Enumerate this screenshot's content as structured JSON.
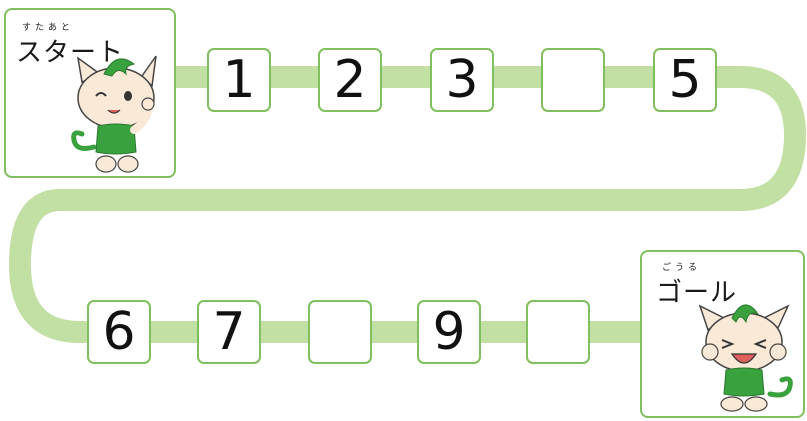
{
  "start": {
    "label": "スタート",
    "ruby": "すたあと"
  },
  "goal": {
    "label": "ゴール",
    "ruby": "ごうる"
  },
  "row1": [
    "1",
    "2",
    "3",
    "",
    "5"
  ],
  "row2": [
    "6",
    "7",
    "",
    "9",
    ""
  ],
  "colors": {
    "path": "#c2dfa4",
    "cell_border": "#7fbf5e",
    "mascot_green": "#3aa13f",
    "mascot_skin": "#fbe9d7"
  },
  "icons": [
    "start-mascot-icon",
    "goal-mascot-icon"
  ]
}
